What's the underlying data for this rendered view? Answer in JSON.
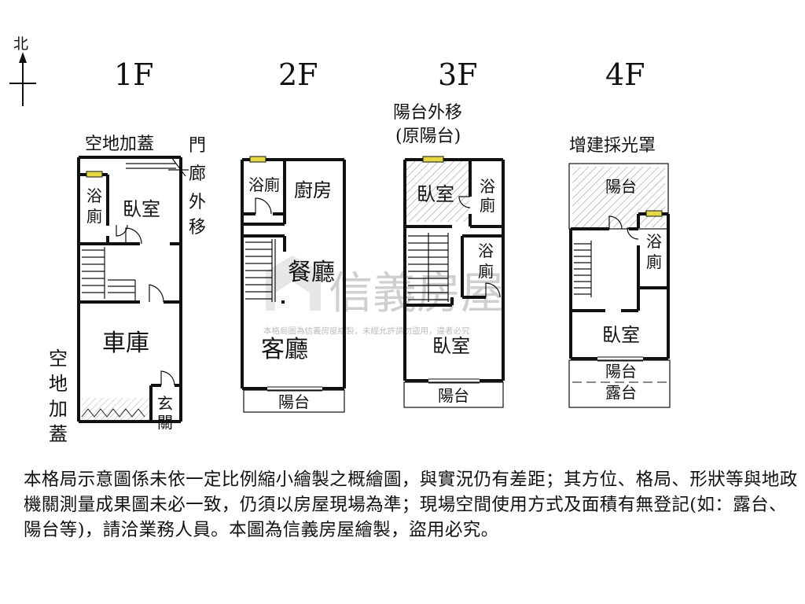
{
  "compass": {
    "label": "北"
  },
  "floors": {
    "f1": {
      "title": "1F",
      "top_label": "空地加蓋",
      "side_label": [
        "門",
        "廊",
        "外",
        "移"
      ],
      "bath": [
        "浴",
        "廁"
      ],
      "bedroom": "臥室",
      "garage": "車庫",
      "left_label": [
        "空",
        "地",
        "加",
        "蓋"
      ],
      "entrance": [
        "玄",
        "關"
      ]
    },
    "f2": {
      "title": "2F",
      "bath": "浴廁",
      "kitchen": "廚房",
      "dining": "餐廳",
      "living": "客廳",
      "balcony": "陽台"
    },
    "f3": {
      "title": "3F",
      "top_label_1": "陽台外移",
      "top_label_2": "(原陽台)",
      "bedroom_top": "臥室",
      "bath_a": [
        "浴",
        "廁"
      ],
      "bath_b": [
        "浴",
        "廁"
      ],
      "bedroom_bottom": "臥室",
      "balcony": "陽台"
    },
    "f4": {
      "title": "4F",
      "top_label": "增建採光罩",
      "balcony_top": "陽台",
      "bath": [
        "浴",
        "廁"
      ],
      "bedroom": "臥室",
      "balcony": "陽台",
      "terrace": "露台"
    }
  },
  "watermark": {
    "brand": "信義房屋",
    "notice": "本格局圖為信義房屋繪製，未經允許請勿盜用，違者必究"
  },
  "disclaimer": "本格局示意圖係未依一定比例縮小繪製之概繪圖，與實況仍有差距；其方位、格局、形狀等與地政機關測量成果圖未必一致，仍須以房屋現場為準；現場空間使用方式及面積有無登記(如：露台、陽台等)，請洽業務人員。本圖為信義房屋繪製，盜用必究。",
  "colors": {
    "wall": "#111111",
    "window": "#e5d846",
    "watermark": "#c8c8c8"
  }
}
